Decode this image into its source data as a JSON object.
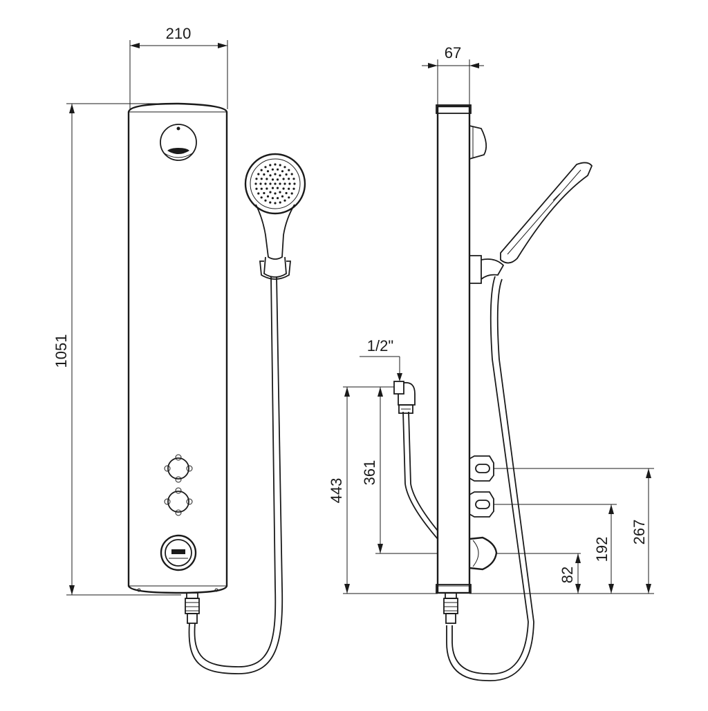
{
  "drawing": {
    "front_view": {
      "dimensions": {
        "width": "210",
        "height": "1051"
      }
    },
    "side_view": {
      "dimensions": {
        "depth": "67",
        "thread": "1/2\"",
        "inlet_height": "443",
        "mixer_height": "361",
        "outlet_low": "82",
        "outlet_mid": "192",
        "outlet_high": "267"
      }
    }
  }
}
